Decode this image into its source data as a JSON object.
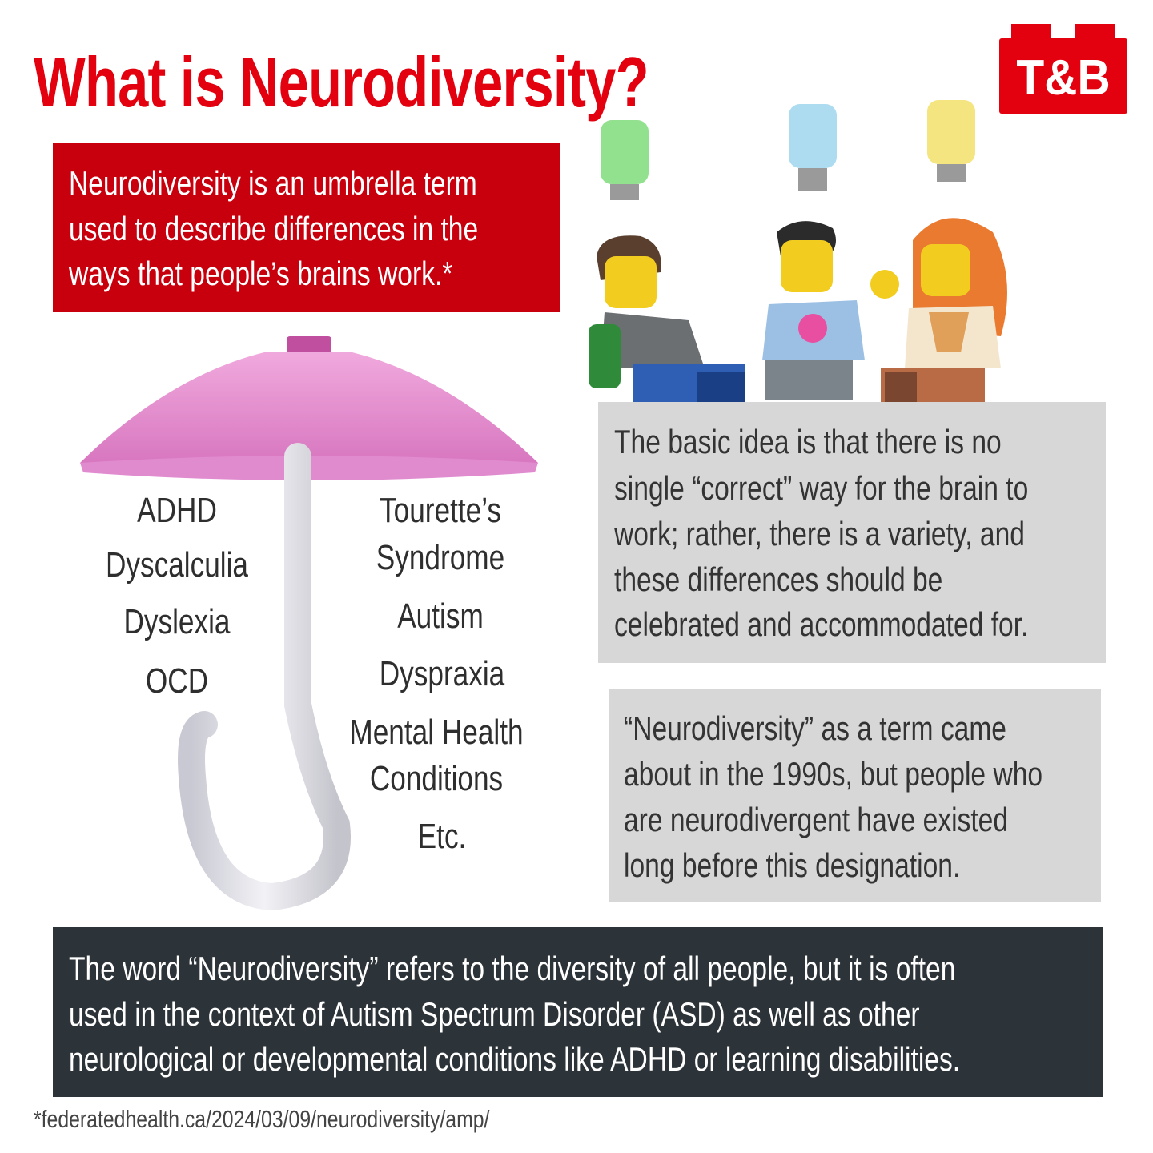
{
  "title": "What is Neurodiversity?",
  "logo": {
    "text": "T&B",
    "color": "#e3000f"
  },
  "definition_box": {
    "lines": [
      "Neurodiversity is an umbrella term",
      "used to describe differences in the",
      "ways that people’s brains work.*"
    ]
  },
  "umbrella": {
    "left_items": [
      "ADHD",
      "Dyscalculia",
      "Dyslexia",
      "OCD"
    ],
    "right_items": [
      "Tourette’s",
      "Syndrome",
      "Autism",
      "Dyspraxia",
      "Mental Health",
      "Conditions",
      "Etc."
    ]
  },
  "idea_box": {
    "lines": [
      "The basic idea is that there is no",
      "single “correct” way for the brain to",
      "work; rather, there is a variety, and",
      "these differences should be",
      "celebrated and accommodated for."
    ]
  },
  "history_box": {
    "lines": [
      "“Neurodiversity” as a term came",
      "about in the 1990s, but people who",
      "are neurodivergent have existed",
      "long before this designation."
    ]
  },
  "context_box": {
    "lines": [
      "The word “Neurodiversity” refers to the diversity of all people, but it is often",
      "used in the context of Autism Spectrum Disorder (ASD) as well as other",
      "neurological or developmental conditions like ADHD or learning disabilities."
    ]
  },
  "footnote": "*federatedhealth.ca/2024/03/09/neurodiversity/amp/",
  "colors": {
    "red": "#e3000f",
    "dark_red": "#c8000d",
    "gray": "#d7d7d7",
    "dark": "#2d3439",
    "umbrella_pink": "#e58fcf"
  }
}
